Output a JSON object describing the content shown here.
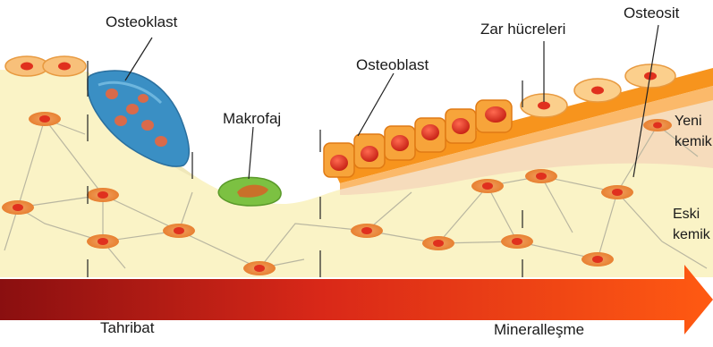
{
  "labels": {
    "osteoclast": "Osteoklast",
    "macrophage": "Makrofaj",
    "osteoblast": "Osteoblast",
    "lining_cells": "Zar hücreleri",
    "osteocyte": "Osteosit",
    "new_bone_1": "Yeni",
    "new_bone_2": "kemik",
    "old_bone_1": "Eski",
    "old_bone_2": "kemik"
  },
  "arrow": {
    "left_label": "Tahribat",
    "right_label": "Mineralleşme"
  },
  "colors": {
    "old_bone": "#faf3c6",
    "new_bone": "#f6dcbc",
    "osteoid": "#f7941d",
    "osteoclast": "#3a8fc4",
    "macrophage": "#7cc142",
    "cell_nucleus": "#e0301e",
    "arrow_dark": "#8a0f10",
    "arrow_bright": "#ff5a12"
  }
}
